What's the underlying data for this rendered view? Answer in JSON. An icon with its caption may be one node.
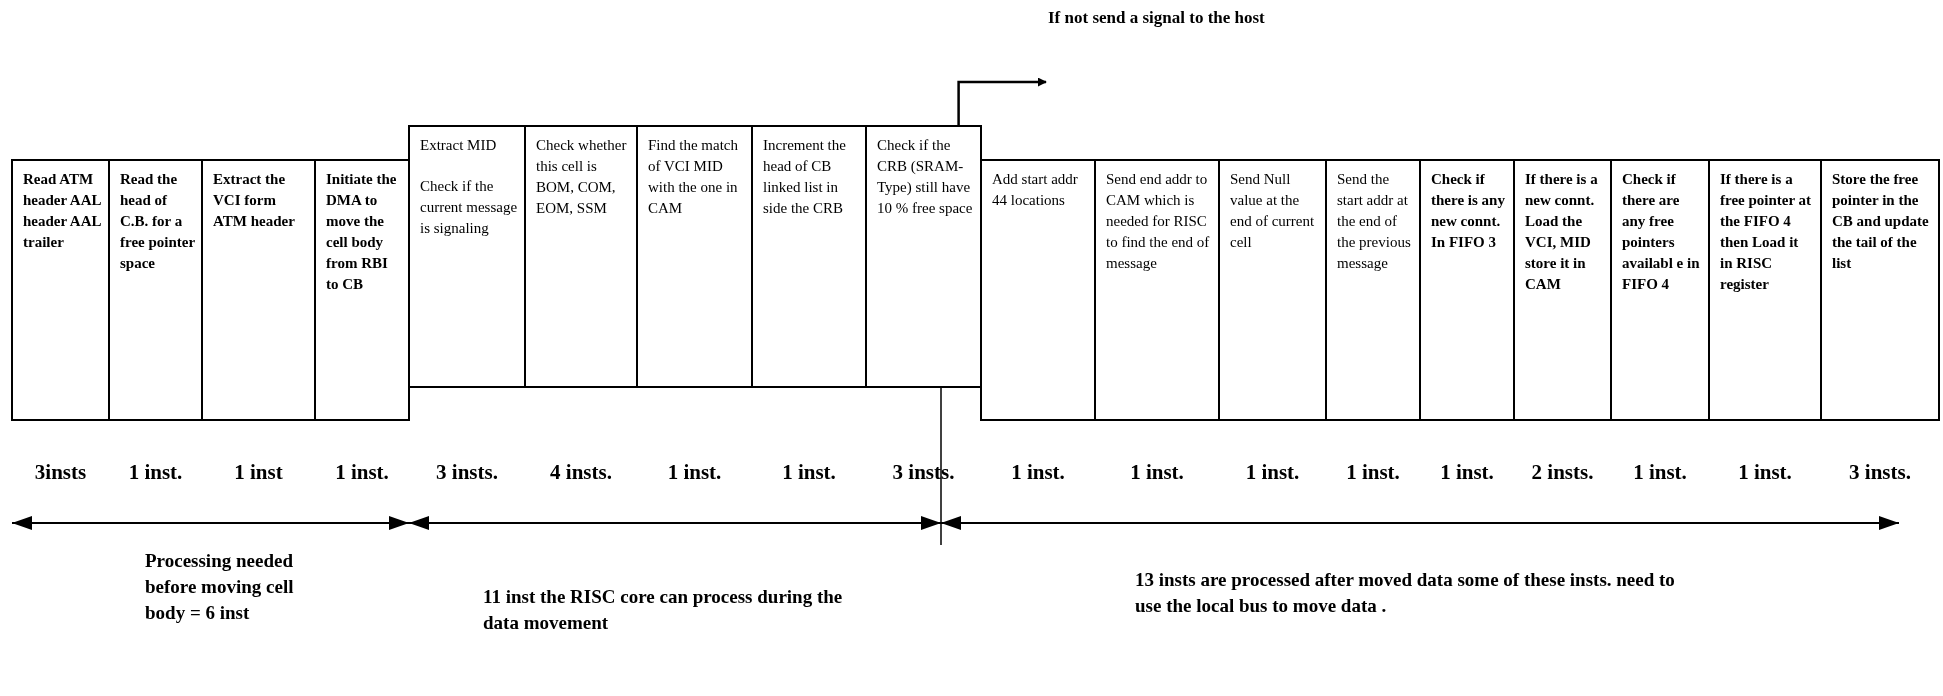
{
  "diagram": {
    "nodes": [
      {
        "text": [
          "Read ATM header AAL header AAL trailer"
        ],
        "beside": [
          "3insts"
        ]
      },
      {
        "text": [
          "Read the head of C.B. for a free pointer space"
        ],
        "beside": [
          "1 inst."
        ]
      },
      {
        "text": [
          "Extract the VCI form ATM header"
        ],
        "beside": [
          "1 inst"
        ]
      },
      {
        "text": [
          "Initiate the DMA to move the cell body from RBI to CB"
        ],
        "beside": [
          "1 inst."
        ]
      },
      {
        "text": [
          "Extract MID",
          "Check if the current message is signaling"
        ],
        "beside": [
          "3 insts."
        ]
      },
      {
        "text": [
          "Check whether this cell is BOM, COM, EOM, SSM"
        ],
        "beside": [
          "4 insts."
        ]
      },
      {
        "text": [
          "Find the match of VCI MID with the one in CAM"
        ],
        "beside": [
          "1 inst."
        ]
      },
      {
        "text": [
          "Increment the head of CB linked list in side the CRB"
        ],
        "beside": [
          "1 inst."
        ]
      },
      {
        "text": [
          "Check if the CRB (SRAM-Type) still have 10 % free space"
        ],
        "beside": [
          "3 insts."
        ]
      },
      {
        "text": [
          "Add start addr 44 locations"
        ],
        "beside": [
          "1 inst."
        ]
      },
      {
        "text": [
          "Send end addr to CAM which is needed for RISC to find the end of message"
        ],
        "beside": [
          "1 inst."
        ]
      },
      {
        "text": [
          "Send Null value at the end of current cell"
        ],
        "beside": [
          "1 inst."
        ]
      },
      {
        "text": [
          "Send the start addr at the end of the previous message"
        ],
        "beside": [
          "1 inst."
        ]
      },
      {
        "text": [
          "Check if there is any new connt. In FIFO 3"
        ],
        "beside": [
          "1 inst."
        ]
      },
      {
        "text": [
          "If there is a new connt. Load the VCI, MID store it in CAM"
        ],
        "beside": [
          "2 insts."
        ]
      },
      {
        "text": [
          "Check if there are any free pointers availabl e in FIFO 4"
        ],
        "beside": [
          "1 inst."
        ]
      },
      {
        "text": [
          "If there is a free pointer at the FIFO 4 then Load it in RISC register"
        ],
        "beside": [
          "1 inst."
        ]
      },
      {
        "text": [
          "Store the free pointer in the CB and update the tail of the list"
        ],
        "beside": [
          "3 insts."
        ]
      },
      {
        "text": [
          "If not send a signal to the host"
        ]
      }
    ],
    "edges": [
      {
        "from": 8,
        "to": 18,
        "arrow": "to"
      }
    ],
    "labels": [
      "Processing needed before moving cell body = 6 inst",
      "11 inst the RISC core can process during the data movement",
      "13 insts are processed after moved data some of these insts. need to use the local bus to move data ."
    ]
  }
}
